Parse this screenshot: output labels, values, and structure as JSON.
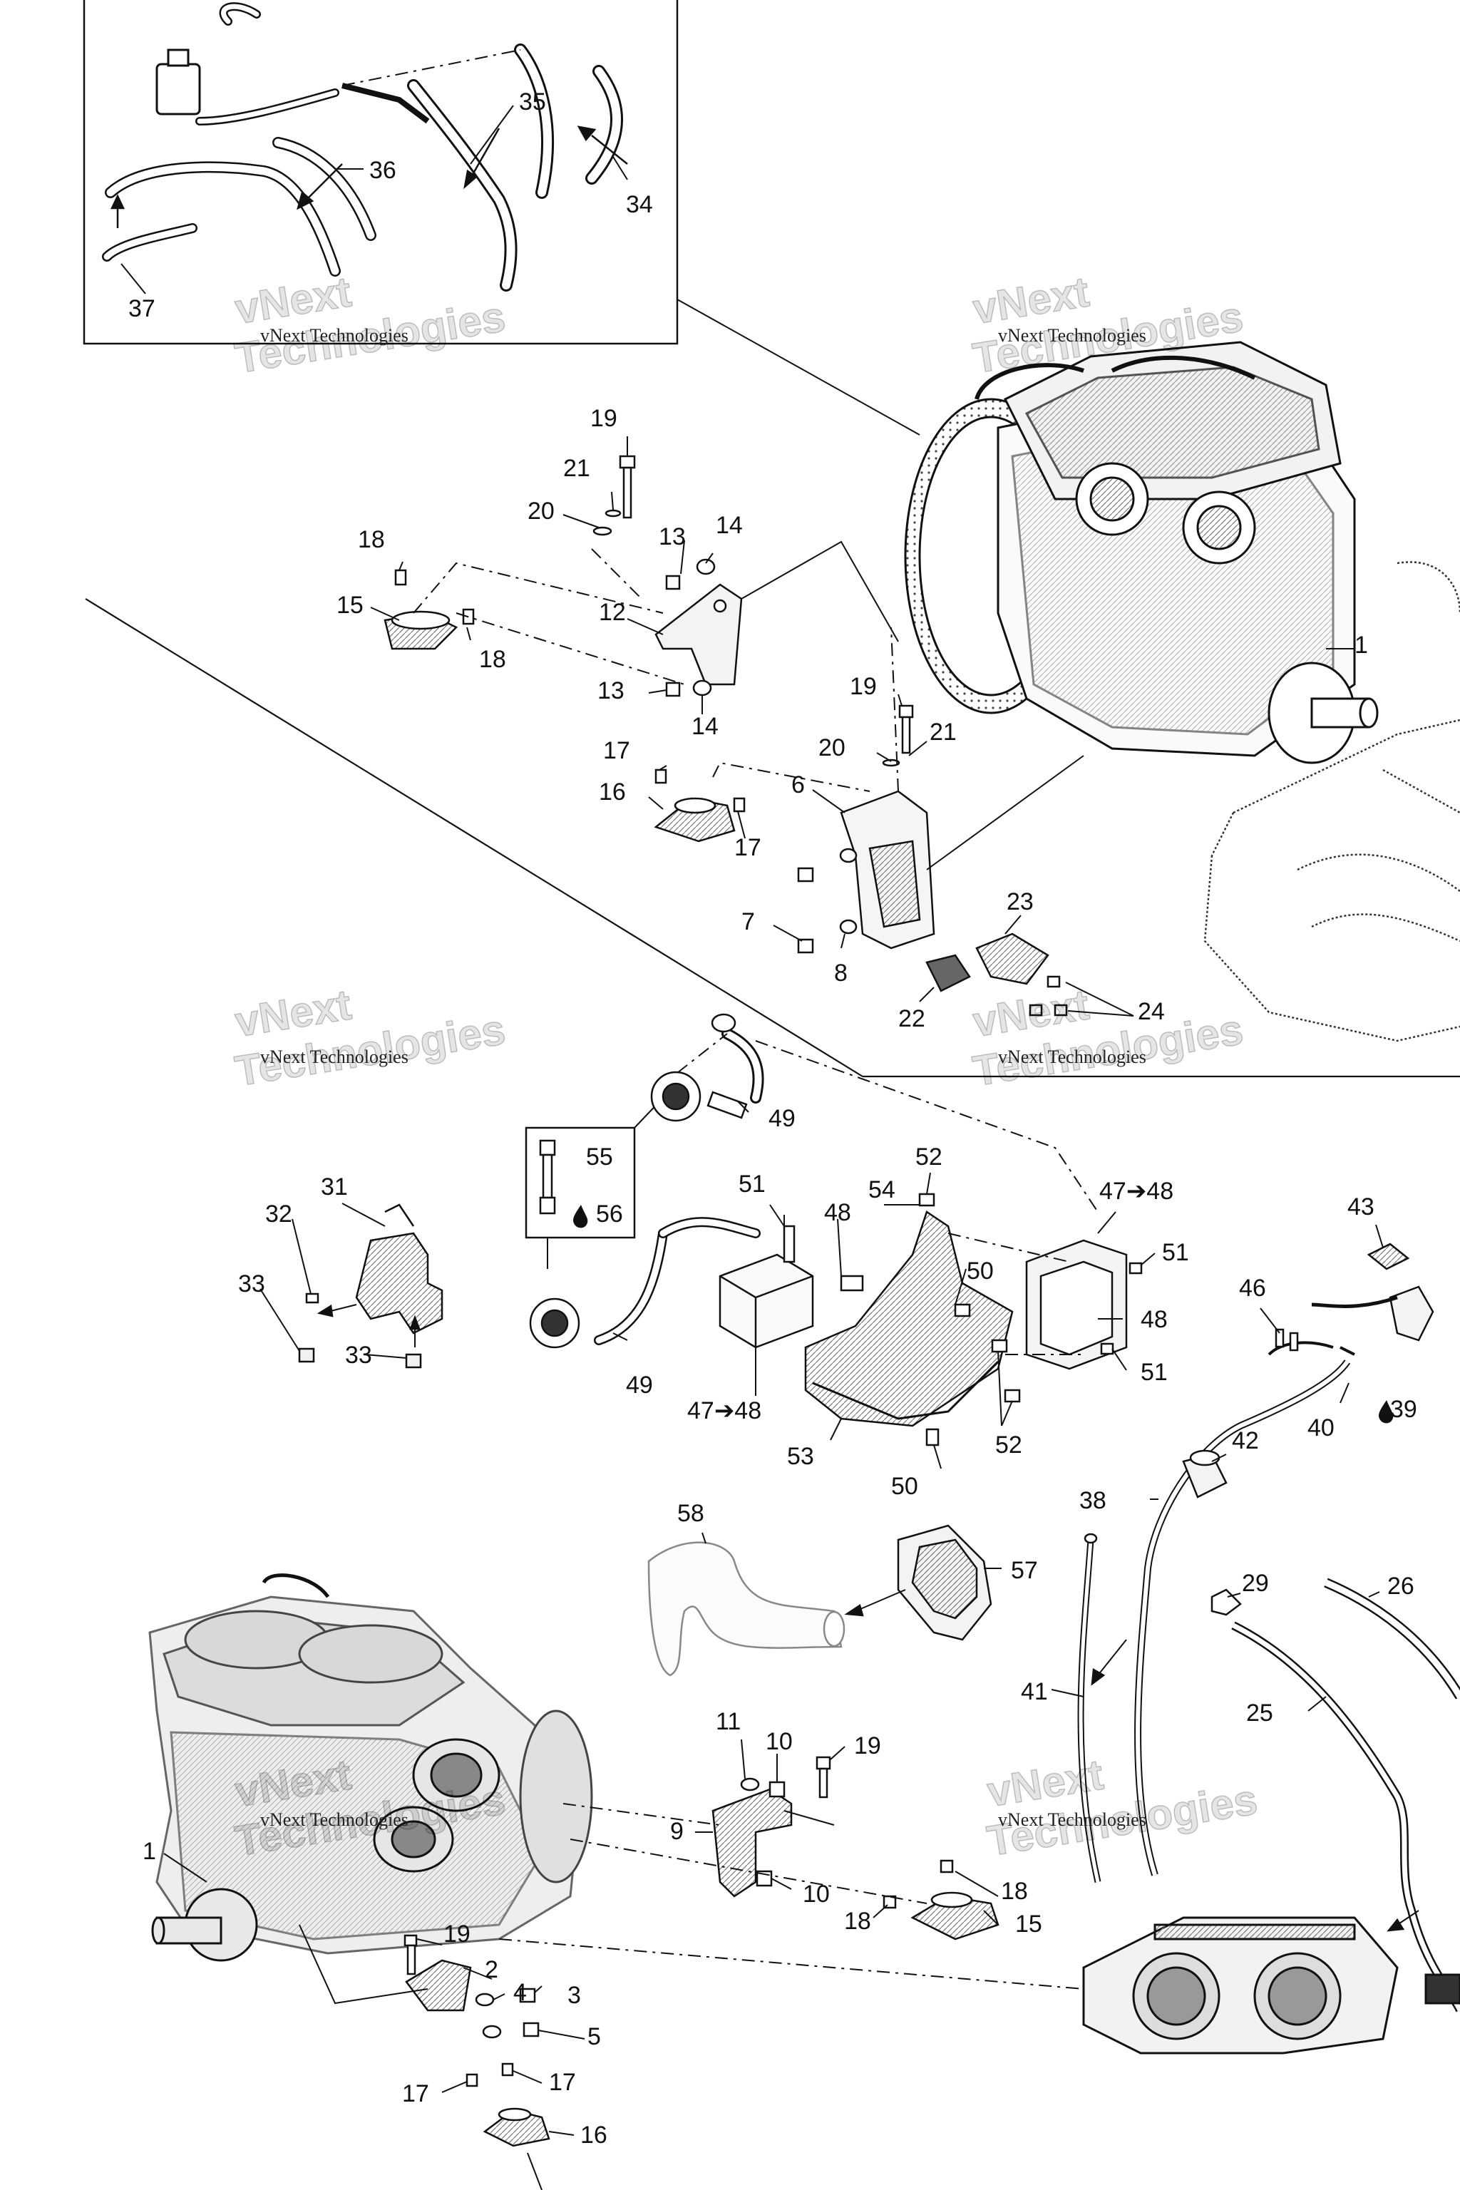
{
  "watermark": {
    "line1": "vNext Technologies",
    "line2": "vNext",
    "line3": "Technologies"
  },
  "callouts": [
    {
      "id": "c37",
      "text": "37"
    },
    {
      "id": "c36",
      "text": "36"
    },
    {
      "id": "c35",
      "text": "35"
    },
    {
      "id": "c34",
      "text": "34"
    },
    {
      "id": "c19a",
      "text": "19"
    },
    {
      "id": "c21a",
      "text": "21"
    },
    {
      "id": "c20a",
      "text": "20"
    },
    {
      "id": "c13a",
      "text": "13"
    },
    {
      "id": "c14a",
      "text": "14"
    },
    {
      "id": "c18a",
      "text": "18"
    },
    {
      "id": "c15a",
      "text": "15"
    },
    {
      "id": "c18b",
      "text": "18"
    },
    {
      "id": "c12",
      "text": "12"
    },
    {
      "id": "c13b",
      "text": "13"
    },
    {
      "id": "c14b",
      "text": "14"
    },
    {
      "id": "c1a",
      "text": "1"
    },
    {
      "id": "c19b",
      "text": "19"
    },
    {
      "id": "c20b",
      "text": "20"
    },
    {
      "id": "c21b",
      "text": "21"
    },
    {
      "id": "c17a",
      "text": "17"
    },
    {
      "id": "c16a",
      "text": "16"
    },
    {
      "id": "c17b",
      "text": "17"
    },
    {
      "id": "c6",
      "text": "6"
    },
    {
      "id": "c7",
      "text": "7"
    },
    {
      "id": "c8",
      "text": "8"
    },
    {
      "id": "c23",
      "text": "23"
    },
    {
      "id": "c22",
      "text": "22"
    },
    {
      "id": "c24",
      "text": "24"
    },
    {
      "id": "c49a",
      "text": "49"
    },
    {
      "id": "c55",
      "text": "55"
    },
    {
      "id": "c56",
      "text": "56"
    },
    {
      "id": "c31",
      "text": "31"
    },
    {
      "id": "c32",
      "text": "32"
    },
    {
      "id": "c33a",
      "text": "33"
    },
    {
      "id": "c33b",
      "text": "33"
    },
    {
      "id": "c49b",
      "text": "49"
    },
    {
      "id": "c51a",
      "text": "51"
    },
    {
      "id": "c54",
      "text": "54"
    },
    {
      "id": "c48a",
      "text": "48"
    },
    {
      "id": "c52a",
      "text": "52"
    },
    {
      "id": "c47a",
      "text": "47➔48"
    },
    {
      "id": "c51b",
      "text": "51"
    },
    {
      "id": "c50a",
      "text": "50"
    },
    {
      "id": "c48b",
      "text": "48"
    },
    {
      "id": "c51c",
      "text": "51"
    },
    {
      "id": "c47b",
      "text": "47➔48"
    },
    {
      "id": "c53",
      "text": "53"
    },
    {
      "id": "c52b",
      "text": "52"
    },
    {
      "id": "c50b",
      "text": "50"
    },
    {
      "id": "c43",
      "text": "43"
    },
    {
      "id": "c46",
      "text": "46"
    },
    {
      "id": "c40",
      "text": "40"
    },
    {
      "id": "c39",
      "text": "39"
    },
    {
      "id": "c42",
      "text": "42"
    },
    {
      "id": "c38",
      "text": "38"
    },
    {
      "id": "c58",
      "text": "58"
    },
    {
      "id": "c57",
      "text": "57"
    },
    {
      "id": "c29",
      "text": "29"
    },
    {
      "id": "c26",
      "text": "26"
    },
    {
      "id": "c41",
      "text": "41"
    },
    {
      "id": "c25",
      "text": "25"
    },
    {
      "id": "c11",
      "text": "11"
    },
    {
      "id": "c10a",
      "text": "10"
    },
    {
      "id": "c19c",
      "text": "19"
    },
    {
      "id": "c9",
      "text": "9"
    },
    {
      "id": "c10b",
      "text": "10"
    },
    {
      "id": "c18c",
      "text": "18"
    },
    {
      "id": "c18d",
      "text": "18"
    },
    {
      "id": "c15b",
      "text": "15"
    },
    {
      "id": "c1b",
      "text": "1"
    },
    {
      "id": "c19d",
      "text": "19"
    },
    {
      "id": "c2",
      "text": "2"
    },
    {
      "id": "c4",
      "text": "4"
    },
    {
      "id": "c3",
      "text": "3"
    },
    {
      "id": "c5",
      "text": "5"
    },
    {
      "id": "c17c",
      "text": "17"
    },
    {
      "id": "c17d",
      "text": "17"
    },
    {
      "id": "c16b",
      "text": "16"
    }
  ]
}
